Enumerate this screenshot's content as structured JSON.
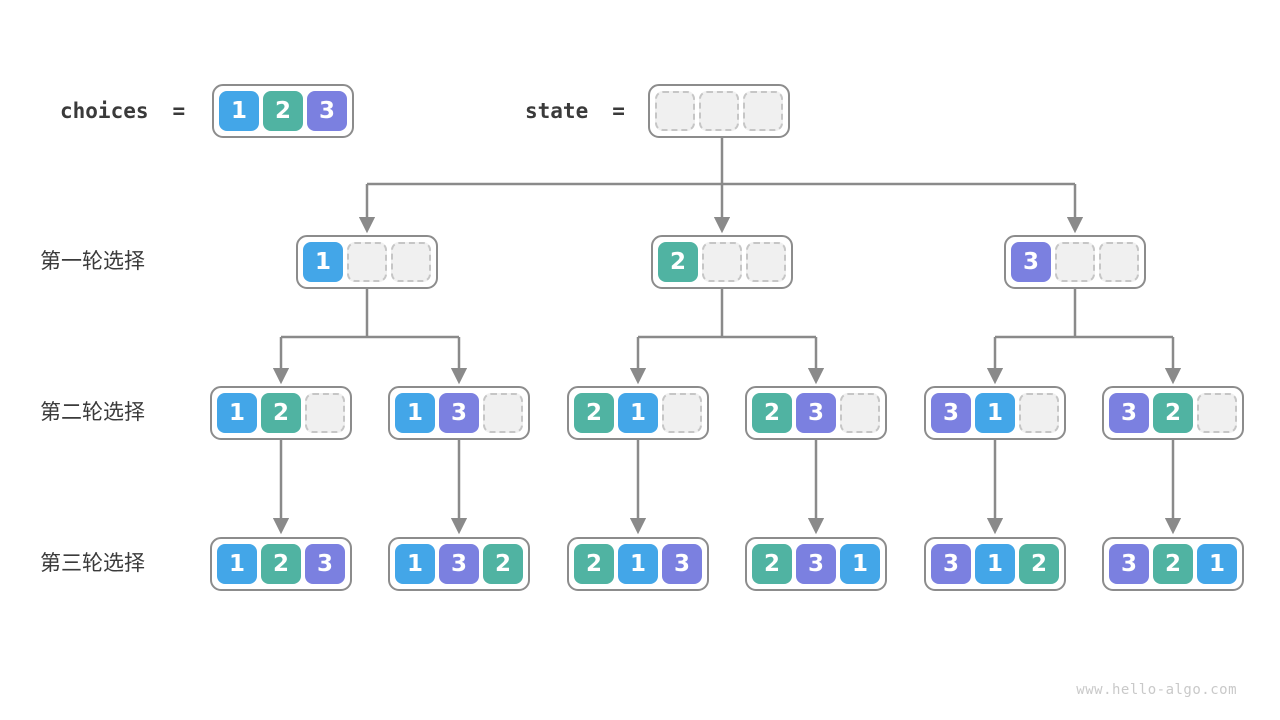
{
  "header": {
    "choices_label": "choices",
    "state_label": "state",
    "equals": "=",
    "choices_values": [
      1,
      2,
      3
    ],
    "state_values": [
      null,
      null,
      null
    ]
  },
  "rows": [
    {
      "label": "第一轮选择",
      "nodes": [
        [
          1,
          null,
          null
        ],
        [
          2,
          null,
          null
        ],
        [
          3,
          null,
          null
        ]
      ]
    },
    {
      "label": "第二轮选择",
      "nodes": [
        [
          1,
          2,
          null
        ],
        [
          1,
          3,
          null
        ],
        [
          2,
          1,
          null
        ],
        [
          2,
          3,
          null
        ],
        [
          3,
          1,
          null
        ],
        [
          3,
          2,
          null
        ]
      ]
    },
    {
      "label": "第三轮选择",
      "nodes": [
        [
          1,
          2,
          3
        ],
        [
          1,
          3,
          2
        ],
        [
          2,
          1,
          3
        ],
        [
          2,
          3,
          1
        ],
        [
          3,
          1,
          2
        ],
        [
          3,
          2,
          1
        ]
      ]
    }
  ],
  "colors": {
    "value1": "#43a6e8",
    "value2": "#50b3a2",
    "value3": "#7b80e0",
    "arrow": "#8a8a8a",
    "node_border": "#8c8c8c",
    "empty_fill": "#f0f0f0",
    "empty_border": "#c6c6c6",
    "label_text": "#3a3a3a",
    "watermark_text": "#c9c9c9"
  },
  "watermark": "www.hello-algo.com"
}
